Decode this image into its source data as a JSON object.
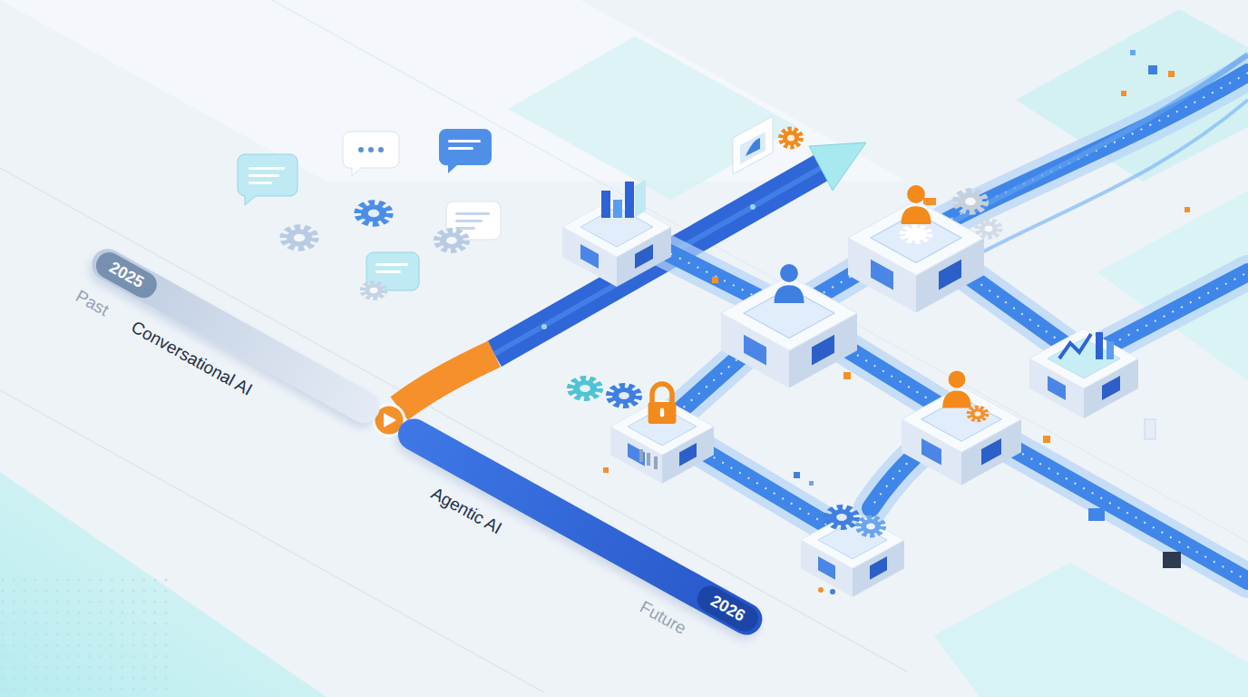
{
  "diagram": {
    "nodes": [
      {
        "text": [
          "2025"
        ]
      },
      {
        "text": [
          "2026"
        ]
      }
    ],
    "labels": [
      "Past",
      "Conversational AI",
      "Agentic AI",
      "Future"
    ]
  }
}
